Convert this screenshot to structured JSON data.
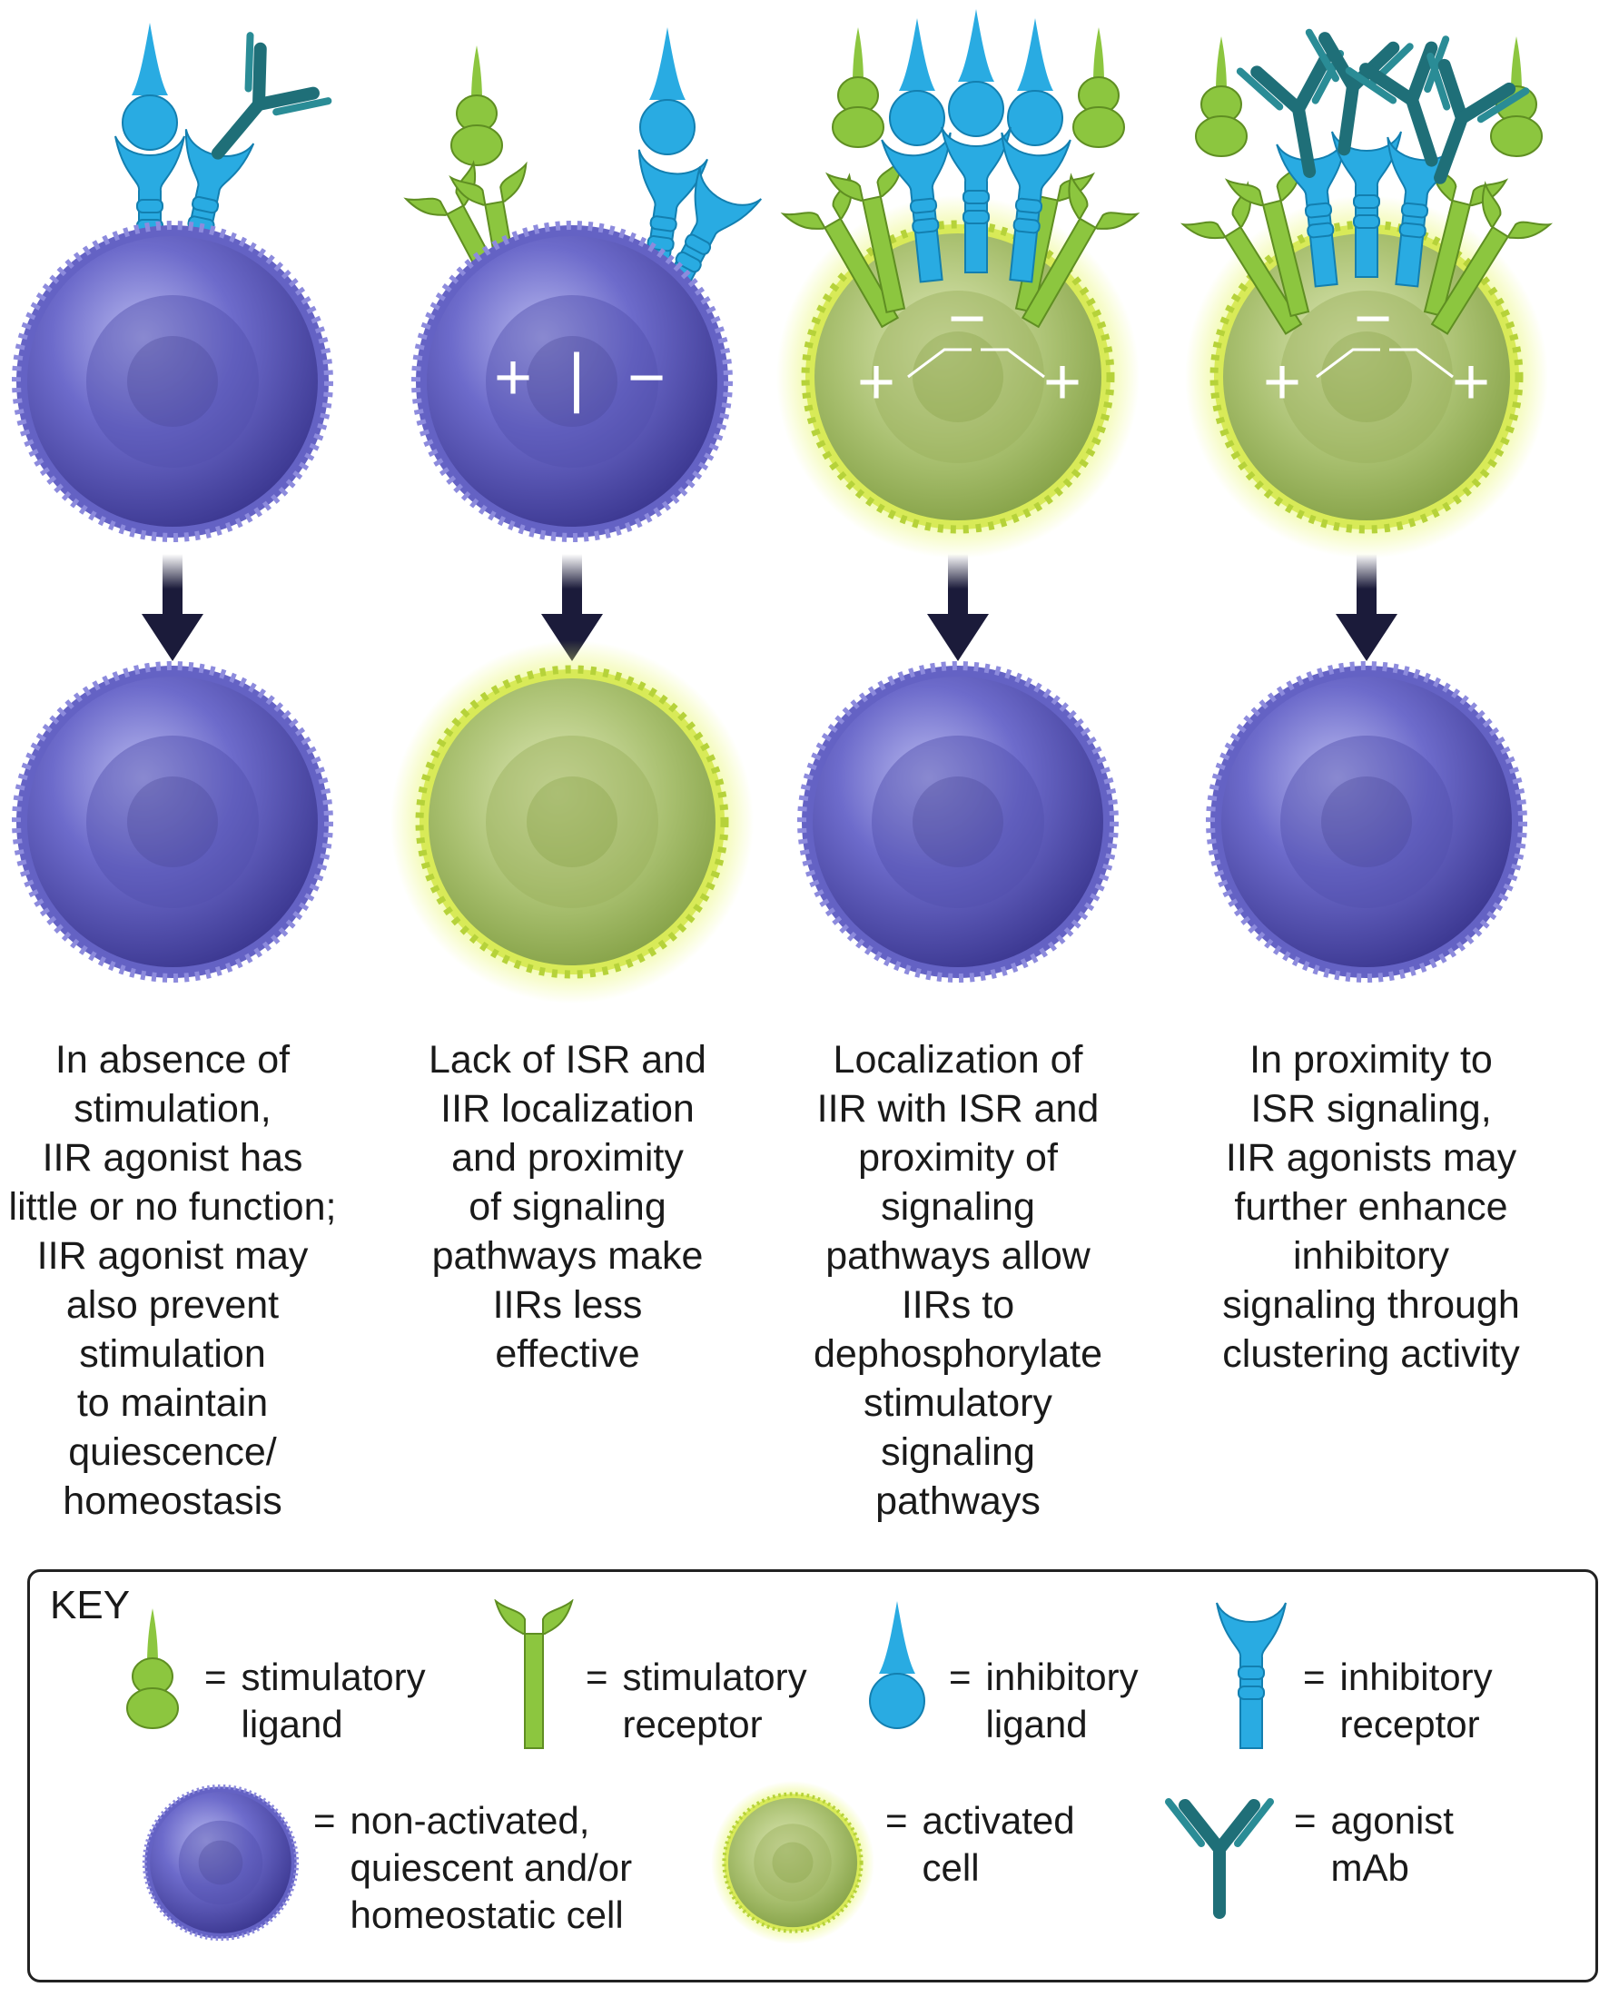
{
  "figure": {
    "panels": [
      {
        "id": "panel-1",
        "caption": "In absence of\nstimulation,\nIIR agonist has\nlittle or no function;\nIIR agonist may\nalso prevent\nstimulation\nto maintain\nquiescence/\nhomeostasis"
      },
      {
        "id": "panel-2",
        "caption": "Lack of ISR and\nIIR localization\nand proximity\nof signaling\npathways make\nIIRs less\neffective",
        "symbols": [
          "+",
          "|",
          "−"
        ]
      },
      {
        "id": "panel-3",
        "caption": "Localization of\nIIR with ISR and\nproximity of\nsignaling\npathways allow\nIIRs to\ndephosphorylate\nstimulatory\nsignaling\npathways",
        "symbols": [
          "+",
          "−",
          "+"
        ]
      },
      {
        "id": "panel-4",
        "caption": "In proximity to\nISR signaling,\nIIR agonists may\nfurther enhance\ninhibitory\nsignaling through\nclustering activity",
        "symbols": [
          "+",
          "−",
          "+"
        ]
      }
    ]
  },
  "key": {
    "title": "KEY",
    "eq": "=",
    "items": [
      {
        "icon": "stimulatory-ligand-icon",
        "label": "stimulatory\nligand"
      },
      {
        "icon": "stimulatory-receptor-icon",
        "label": "stimulatory\nreceptor"
      },
      {
        "icon": "inhibitory-ligand-icon",
        "label": "inhibitory\nligand"
      },
      {
        "icon": "inhibitory-receptor-icon",
        "label": "inhibitory\nreceptor"
      },
      {
        "icon": "non-activated-cell-icon",
        "label": "non-activated,\nquiescent and/or\nhomeostatic cell"
      },
      {
        "icon": "activated-cell-icon",
        "label": "activated\ncell"
      },
      {
        "icon": "agonist-mab-icon",
        "label": "agonist\nmAb"
      }
    ]
  },
  "colors": {
    "stimulatory": "#8cc63f",
    "inhibitory": "#29abe2",
    "antibody": "#1f6f78",
    "quiescent_cell": "#5a57b8",
    "activated_cell": "#c4dc78",
    "arrow": "#1b1b3a"
  }
}
